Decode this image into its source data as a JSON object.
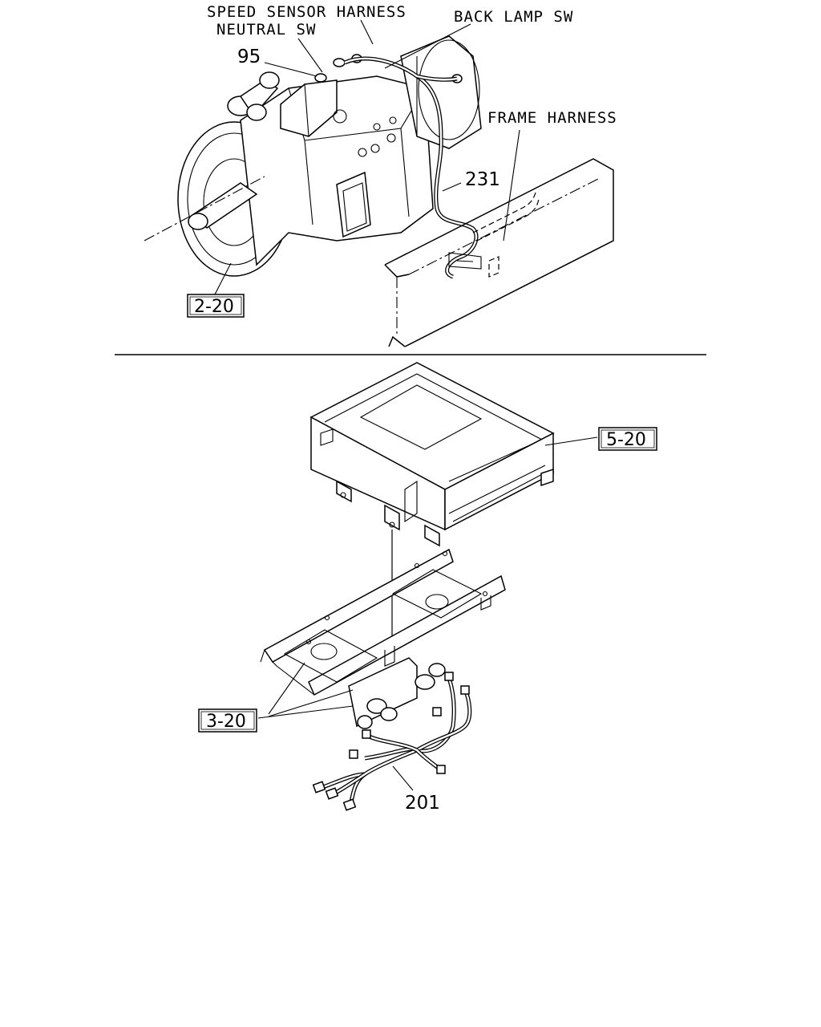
{
  "top_figure": {
    "labels": {
      "speed_sensor_harness": "SPEED SENSOR HARNESS",
      "neutral_sw": "NEUTRAL SW",
      "back_lamp_sw": "BACK LAMP SW",
      "frame_harness": "FRAME HARNESS"
    },
    "part_numbers": {
      "p95": "95",
      "p231": "231"
    },
    "refs": {
      "transmission": "2-20"
    }
  },
  "bottom_figure": {
    "part_numbers": {
      "p201": "201"
    },
    "refs": {
      "control_unit": "5-20",
      "bracket": "3-20"
    }
  }
}
